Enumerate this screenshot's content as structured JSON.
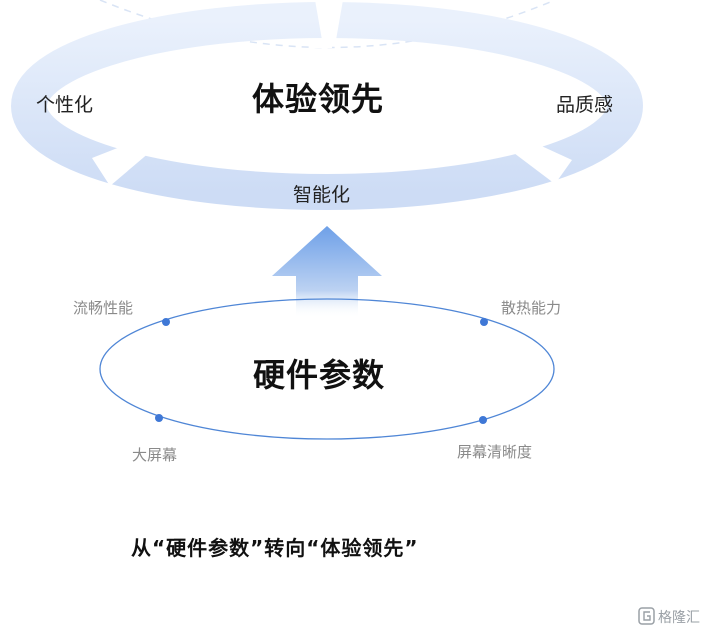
{
  "top_ring": {
    "title": "体验领先",
    "left": "个性化",
    "right": "品质感",
    "bottom": "智能化"
  },
  "bottom_ring": {
    "title": "硬件参数",
    "top_left": "流畅性能",
    "top_right": "散热能力",
    "bottom_left": "大屏幕",
    "bottom_right": "屏幕清晰度"
  },
  "caption": "从“硬件参数”转向“体验领先”",
  "watermark": "格隆汇",
  "colors": {
    "ring_light": "#e3ecfb",
    "ring_dark": "#c6d6f3",
    "arrow_top": "#6ea0e8",
    "ellipse_stroke": "#4f86d6",
    "dot": "#3f78d6"
  }
}
